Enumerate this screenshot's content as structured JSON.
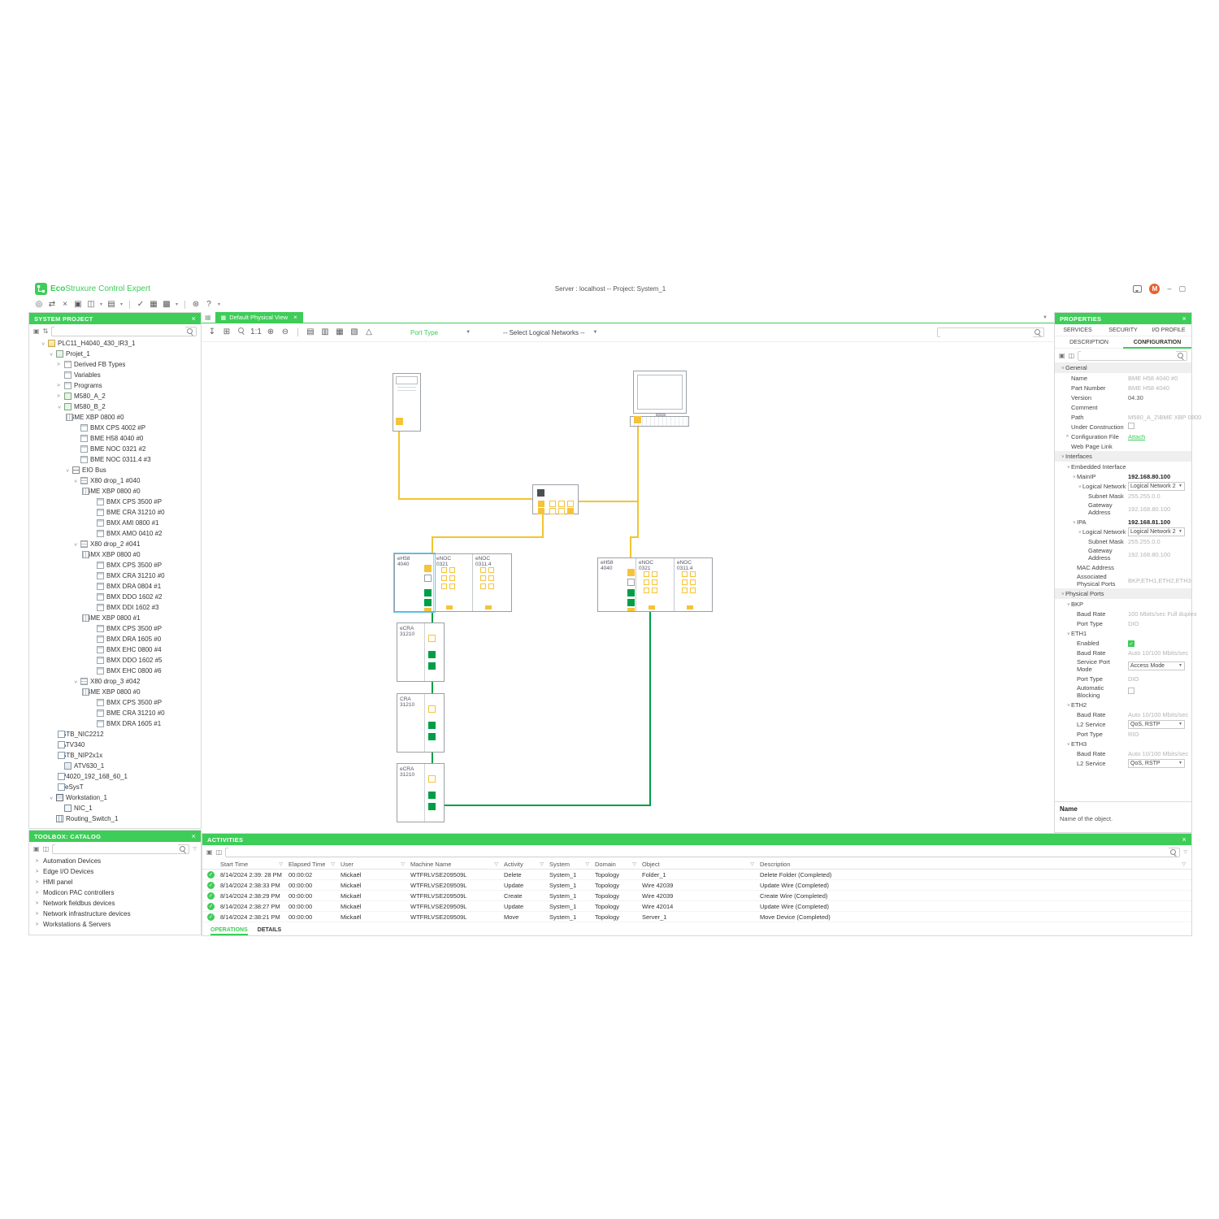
{
  "colors": {
    "brand_green": "#3DCD58",
    "wire_yellow": "#F2C430",
    "wire_green": "#009E47",
    "port_yellow": "#F5C33B",
    "port_green": "#009E47",
    "select_blue": "#62C8E8",
    "avatar_orange": "#E8622D",
    "muted_text": "#B4B4B4"
  },
  "titlebar": {
    "brand_bold": "Eco",
    "brand_rest": "Struxure",
    "product": "Control Expert",
    "title": "Server : localhost -- Project: System_1",
    "avatar": "M"
  },
  "main_toolbar": {
    "icons": [
      {
        "name": "connect-icon",
        "glyph": "◎"
      },
      {
        "name": "refresh-icon",
        "glyph": "⇄"
      },
      {
        "name": "cut-icon",
        "glyph": "×"
      },
      {
        "name": "copy-icon",
        "glyph": "▣"
      },
      {
        "name": "paste-icon",
        "glyph": "◫"
      },
      {
        "name": "paste-chevron",
        "glyph": "▾",
        "chev": true
      },
      {
        "name": "window-layout-icon",
        "glyph": "▤"
      },
      {
        "name": "window-chevron",
        "glyph": "▾",
        "chev": true
      },
      {
        "name": "divider"
      },
      {
        "name": "validate-icon",
        "glyph": "✓"
      },
      {
        "name": "deploy-icon",
        "glyph": "▦"
      },
      {
        "name": "analysis-icon",
        "glyph": "▩"
      },
      {
        "name": "analysis-chevron",
        "glyph": "▾",
        "chev": true
      },
      {
        "name": "divider"
      },
      {
        "name": "settings-icon",
        "glyph": "⊛"
      },
      {
        "name": "help-icon",
        "glyph": "?"
      },
      {
        "name": "more-chevron",
        "glyph": "▾",
        "chev": true
      }
    ]
  },
  "system_project": {
    "header": "SYSTEM PROJECT",
    "tree": [
      {
        "depth": 0,
        "chev": "down",
        "icon": "folder",
        "label": "PLC11_H4040_430_IR3_1"
      },
      {
        "depth": 1,
        "chev": "down",
        "icon": "project",
        "label": "Projet_1"
      },
      {
        "depth": 2,
        "chev": "right",
        "icon": "fb",
        "label": "Derived FB Types"
      },
      {
        "depth": 2,
        "chev": null,
        "icon": "var",
        "label": "Variables"
      },
      {
        "depth": 2,
        "chev": "right",
        "icon": "prog",
        "label": "Programs"
      },
      {
        "depth": 2,
        "chev": "right",
        "icon": "plc",
        "label": "M580_A_2"
      },
      {
        "depth": 2,
        "chev": "down",
        "icon": "plc",
        "label": "M580_B_2"
      },
      {
        "depth": 3,
        "chev": "down",
        "icon": "rack",
        "label": "BME XBP 0800 #0"
      },
      {
        "depth": 4,
        "chev": null,
        "icon": "mod",
        "label": "BMX CPS 4002 #P"
      },
      {
        "depth": 4,
        "chev": null,
        "icon": "mod",
        "label": "BME H58 4040 #0"
      },
      {
        "depth": 4,
        "chev": null,
        "icon": "mod",
        "label": "BME NOC 0321 #2"
      },
      {
        "depth": 4,
        "chev": null,
        "icon": "mod",
        "label": "BME NOC 0311.4 #3"
      },
      {
        "depth": 3,
        "chev": "down",
        "icon": "bus",
        "label": "EIO Bus"
      },
      {
        "depth": 4,
        "chev": "down",
        "icon": "drop",
        "label": "X80 drop_1 #040"
      },
      {
        "depth": 5,
        "chev": "down",
        "icon": "rack",
        "label": "BME XBP 0800 #0"
      },
      {
        "depth": 6,
        "chev": null,
        "icon": "mod",
        "label": "BMX CPS 3500 #P"
      },
      {
        "depth": 6,
        "chev": null,
        "icon": "mod",
        "label": "BME CRA 31210 #0"
      },
      {
        "depth": 6,
        "chev": null,
        "icon": "mod",
        "label": "BMX AMI 0800 #1"
      },
      {
        "depth": 6,
        "chev": null,
        "icon": "mod",
        "label": "BMX AMO 0410 #2"
      },
      {
        "depth": 4,
        "chev": "down",
        "icon": "drop",
        "label": "X80 drop_2 #041"
      },
      {
        "depth": 5,
        "chev": "down",
        "icon": "rack",
        "label": "BMX XBP 0800 #0"
      },
      {
        "depth": 6,
        "chev": null,
        "icon": "mod",
        "label": "BMX CPS 3500 #P"
      },
      {
        "depth": 6,
        "chev": null,
        "icon": "mod",
        "label": "BMX CRA 31210 #0"
      },
      {
        "depth": 6,
        "chev": null,
        "icon": "mod",
        "label": "BMX DRA 0804 #1"
      },
      {
        "depth": 6,
        "chev": null,
        "icon": "mod",
        "label": "BMX DDO 1602 #2"
      },
      {
        "depth": 6,
        "chev": null,
        "icon": "mod",
        "label": "BMX DDI 1602 #3"
      },
      {
        "depth": 5,
        "chev": "down",
        "icon": "rack",
        "label": "BME XBP 0800 #1"
      },
      {
        "depth": 6,
        "chev": null,
        "icon": "mod",
        "label": "BMX CPS 3500 #P"
      },
      {
        "depth": 6,
        "chev": null,
        "icon": "mod",
        "label": "BMX DRA 1605 #0"
      },
      {
        "depth": 6,
        "chev": null,
        "icon": "mod",
        "label": "BMX EHC 0800 #4"
      },
      {
        "depth": 6,
        "chev": null,
        "icon": "mod",
        "label": "BMX DDO 1602 #5"
      },
      {
        "depth": 6,
        "chev": null,
        "icon": "mod",
        "label": "BMX EHC 0800 #6"
      },
      {
        "depth": 4,
        "chev": "down",
        "icon": "drop",
        "label": "X80 drop_3 #042"
      },
      {
        "depth": 5,
        "chev": "down",
        "icon": "rack",
        "label": "BME XBP 0800 #0"
      },
      {
        "depth": 6,
        "chev": null,
        "icon": "mod",
        "label": "BMX CPS 3500 #P"
      },
      {
        "depth": 6,
        "chev": null,
        "icon": "mod",
        "label": "BME CRA 31210 #0"
      },
      {
        "depth": 6,
        "chev": null,
        "icon": "mod",
        "label": "BMX DRA 1605 #1"
      },
      {
        "depth": 2,
        "chev": null,
        "icon": "dev",
        "label": "STB_NIC2212"
      },
      {
        "depth": 2,
        "chev": null,
        "icon": "dev",
        "label": "ATV340"
      },
      {
        "depth": 2,
        "chev": null,
        "icon": "dev",
        "label": "STB_NIP2x1x"
      },
      {
        "depth": 2,
        "chev": null,
        "icon": "drive",
        "label": "ATV630_1"
      },
      {
        "depth": 2,
        "chev": null,
        "icon": "dev",
        "label": "P4020_192_168_60_1"
      },
      {
        "depth": 2,
        "chev": null,
        "icon": "dev",
        "label": "TeSysT"
      },
      {
        "depth": 1,
        "chev": "down",
        "icon": "pc",
        "label": "Workstation_1"
      },
      {
        "depth": 2,
        "chev": null,
        "icon": "nic",
        "label": "NIC_1"
      },
      {
        "depth": 1,
        "chev": null,
        "icon": "switch",
        "label": "Routing_Switch_1"
      }
    ]
  },
  "toolbox": {
    "header": "TOOLBOX: CATALOG",
    "items": [
      "Automation Devices",
      "Edge I/O Devices",
      "HMI panel",
      "Modicon PAC controllers",
      "Network fieldbus devices",
      "Network infrastructure devices",
      "Workstations & Servers"
    ]
  },
  "canvas": {
    "tab": "Default Physical View",
    "port_type_label": "Port Type",
    "network_select": "-- Select Logical Networks --",
    "toolbar_icons": [
      {
        "name": "export-view-icon",
        "glyph": "↧"
      },
      {
        "name": "grid-icon",
        "glyph": "⊞"
      },
      {
        "name": "zoom-icon",
        "type": "mag"
      },
      {
        "name": "zoom-one-to-one",
        "glyph": "1:1"
      },
      {
        "name": "zoom-in-icon",
        "glyph": "⊕"
      },
      {
        "name": "zoom-out-icon",
        "glyph": "⊖"
      },
      {
        "name": "divider"
      },
      {
        "name": "save-view-icon",
        "glyph": "▤"
      },
      {
        "name": "copy-view-icon",
        "glyph": "▥"
      },
      {
        "name": "print-view-icon",
        "glyph": "▦"
      },
      {
        "name": "export-image-icon",
        "glyph": "▧"
      },
      {
        "name": "auto-layout-icon",
        "glyph": "△"
      }
    ],
    "diagram": {
      "racks": [
        {
          "id": "rack-a",
          "modules": [
            {
              "type": "cpu",
              "label": "eH58\n4040",
              "selected": true
            },
            {
              "type": "noc",
              "label": "eNOC\n0321"
            },
            {
              "type": "noc",
              "label": "eNOC\n0311.4"
            }
          ]
        },
        {
          "id": "rack-b",
          "modules": [
            {
              "type": "cpu",
              "label": "eH58\n4040"
            },
            {
              "type": "noc",
              "label": "eNOC\n0321"
            },
            {
              "type": "noc",
              "label": "eNOC\n0311.4"
            }
          ]
        }
      ],
      "drops": [
        "eCRA\n31210",
        "CRA\n31210",
        "eCRA\n31210"
      ]
    }
  },
  "properties": {
    "header": "PROPERTIES",
    "tabs_row1": [
      "SERVICES",
      "SECURITY",
      "I/O PROFILE"
    ],
    "tabs_row2": [
      "DESCRIPTION",
      "CONFIGURATION"
    ],
    "active_tab": "CONFIGURATION",
    "rows": [
      {
        "t": "section",
        "i": 0,
        "label": "General"
      },
      {
        "t": "text",
        "i": 1,
        "label": "Name",
        "value": "BME H58 4040 #0",
        "muted": true
      },
      {
        "t": "text",
        "i": 1,
        "label": "Part Number",
        "value": "BME H58 4040",
        "muted": true
      },
      {
        "t": "text",
        "i": 1,
        "label": "Version",
        "value": "04.30"
      },
      {
        "t": "text",
        "i": 1,
        "label": "Comment",
        "value": ""
      },
      {
        "t": "text",
        "i": 1,
        "label": "Path",
        "value": "M580_A_2\\BME XBP 0800",
        "muted": true
      },
      {
        "t": "checkbox",
        "i": 1,
        "label": "Under Construction",
        "checked": false
      },
      {
        "t": "link",
        "i": 1,
        "label": "Configuration File",
        "value": "Attach",
        "chev": "right"
      },
      {
        "t": "text",
        "i": 1,
        "label": "Web Page Link",
        "value": ""
      },
      {
        "t": "section",
        "i": 0,
        "label": "Interfaces"
      },
      {
        "t": "group",
        "i": 1,
        "label": "Embedded Interface",
        "value": ""
      },
      {
        "t": "group",
        "i": 2,
        "label": "MainIP",
        "value": "192.168.80.100",
        "bold": true
      },
      {
        "t": "dropdown",
        "i": 3,
        "label": "Logical Network",
        "value": "Logical Network 2",
        "chev": "down"
      },
      {
        "t": "text",
        "i": 4,
        "label": "Subnet Mask",
        "value": "255.255.0.0",
        "muted": true
      },
      {
        "t": "text",
        "i": 4,
        "label": "Gateway Address",
        "value": "192.168.80.100",
        "muted": true
      },
      {
        "t": "group",
        "i": 2,
        "label": "IPA",
        "value": "192.168.81.100",
        "bold": true
      },
      {
        "t": "dropdown",
        "i": 3,
        "label": "Logical Network",
        "value": "Logical Network 2",
        "chev": "down"
      },
      {
        "t": "text",
        "i": 4,
        "label": "Subnet Mask",
        "value": "255.255.0.0",
        "muted": true
      },
      {
        "t": "text",
        "i": 4,
        "label": "Gateway Address",
        "value": "192.168.80.100",
        "muted": true
      },
      {
        "t": "text",
        "i": 2,
        "label": "MAC Address",
        "value": ""
      },
      {
        "t": "text",
        "i": 2,
        "label": "Associated Physical Ports",
        "value": "BKP,ETH1,ETH2,ETH3",
        "muted": true
      },
      {
        "t": "section",
        "i": 0,
        "label": "Physical Ports"
      },
      {
        "t": "group",
        "i": 1,
        "label": "BKP",
        "value": ""
      },
      {
        "t": "text",
        "i": 2,
        "label": "Baud Rate",
        "value": "100 Mbits/sec Full duplex",
        "muted": true
      },
      {
        "t": "text",
        "i": 2,
        "label": "Port Type",
        "value": "DIO",
        "muted": true
      },
      {
        "t": "group",
        "i": 1,
        "label": "ETH1",
        "value": ""
      },
      {
        "t": "checkbox",
        "i": 2,
        "label": "Enabled",
        "checked": true
      },
      {
        "t": "text",
        "i": 2,
        "label": "Baud Rate",
        "value": "Auto 10/100 Mbits/sec",
        "muted": true
      },
      {
        "t": "dropdown",
        "i": 2,
        "label": "Service Port Mode",
        "value": "Access Mode"
      },
      {
        "t": "text",
        "i": 2,
        "label": "Port Type",
        "value": "DIO",
        "muted": true
      },
      {
        "t": "checkbox",
        "i": 2,
        "label": "Automatic Blocking",
        "checked": false
      },
      {
        "t": "group",
        "i": 1,
        "label": "ETH2",
        "value": ""
      },
      {
        "t": "text",
        "i": 2,
        "label": "Baud Rate",
        "value": "Auto 10/100 Mbits/sec",
        "muted": true
      },
      {
        "t": "dropdown",
        "i": 2,
        "label": "L2 Service",
        "value": "QoS, RSTP"
      },
      {
        "t": "text",
        "i": 2,
        "label": "Port Type",
        "value": "RIO",
        "muted": true
      },
      {
        "t": "group",
        "i": 1,
        "label": "ETH3",
        "value": ""
      },
      {
        "t": "text",
        "i": 2,
        "label": "Baud Rate",
        "value": "Auto 10/100 Mbits/sec",
        "muted": true
      },
      {
        "t": "dropdown",
        "i": 2,
        "label": "L2 Service",
        "value": "QoS, RSTP"
      }
    ],
    "help_title": "Name",
    "help_text": "Name of the object."
  },
  "activities": {
    "header": "ACTIVITIES",
    "columns": [
      "Start Time",
      "Elapsed Time",
      "User",
      "Machine Name",
      "Activity",
      "System",
      "Domain",
      "Object",
      "Description"
    ],
    "rows": [
      {
        "time": "8/14/2024 2:39: 28 PM",
        "elapsed": "00:00:02",
        "user": "Mickaël",
        "machine": "WTFRLVSE209509L",
        "activity": "Delete",
        "system": "System_1",
        "domain": "Topology",
        "object": "Folder_1",
        "desc": "Delete Folder (Completed)"
      },
      {
        "time": "8/14/2024 2:38:33 PM",
        "elapsed": "00:00:00",
        "user": "Mickaël",
        "machine": "WTFRLVSE209509L",
        "activity": "Update",
        "system": "System_1",
        "domain": "Topology",
        "object": "Wire 42039",
        "desc": "Update Wire (Completed)"
      },
      {
        "time": "8/14/2024 2:38:29 PM",
        "elapsed": "00:00:00",
        "user": "Mickaël",
        "machine": "WTFRLVSE209509L",
        "activity": "Create",
        "system": "System_1",
        "domain": "Topology",
        "object": "Wire 42039",
        "desc": "Create Wire (Completed)"
      },
      {
        "time": "8/14/2024 2:38:27 PM",
        "elapsed": "00:00:00",
        "user": "Mickaël",
        "machine": "WTFRLVSE209509L",
        "activity": "Update",
        "system": "System_1",
        "domain": "Topology",
        "object": "Wire 42014",
        "desc": "Update Wire (Completed)"
      },
      {
        "time": "8/14/2024 2:38:21 PM",
        "elapsed": "00:00:00",
        "user": "Mickaël",
        "machine": "WTFRLVSE209509L",
        "activity": "Move",
        "system": "System_1",
        "domain": "Topology",
        "object": "Server_1",
        "desc": "Move Device (Completed)"
      }
    ],
    "tabs": [
      "OPERATIONS",
      "DETAILS"
    ]
  }
}
